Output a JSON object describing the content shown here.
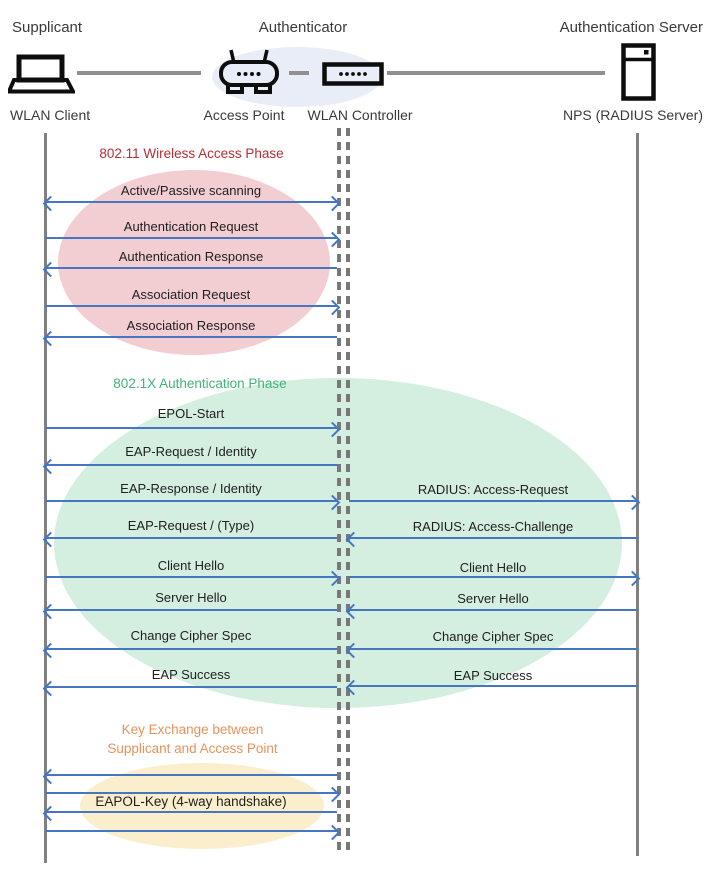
{
  "header": {
    "roles": [
      {
        "label": "Supplicant"
      },
      {
        "label": "Authenticator"
      },
      {
        "label": "Authentication Server"
      }
    ],
    "devices": [
      {
        "label": "WLAN Client"
      },
      {
        "label": "Access Point"
      },
      {
        "label": "WLAN Controller"
      },
      {
        "label": "NPS (RADIUS Server)"
      }
    ]
  },
  "phases": [
    {
      "title": "802.11 Wireless Access Phase",
      "title_color": "#B52E34",
      "fill_color": "#F2CED3"
    },
    {
      "title": "802.1X Authentication Phase",
      "title_color": "#42B375",
      "fill_color": "#D4EEDF"
    },
    {
      "title_line1": "Key Exchange between",
      "title_line2": "Supplicant and Access Point",
      "title_color": "#E8935C",
      "fill_color": "#FBEECC"
    }
  ],
  "left_messages": [
    {
      "label": "Active/Passive scanning",
      "direction": "both"
    },
    {
      "label": "Authentication Request",
      "direction": "right"
    },
    {
      "label": "Authentication Response",
      "direction": "left"
    },
    {
      "label": "Association Request",
      "direction": "right"
    },
    {
      "label": "Association Response",
      "direction": "left"
    },
    {
      "label": "EPOL-Start",
      "direction": "right"
    },
    {
      "label": "EAP-Request / Identity",
      "direction": "left"
    },
    {
      "label": "EAP-Response / Identity",
      "direction": "right"
    },
    {
      "label": "EAP-Request / (Type)",
      "direction": "left"
    },
    {
      "label": "Client Hello",
      "direction": "right"
    },
    {
      "label": "Server Hello",
      "direction": "left"
    },
    {
      "label": "Change Cipher Spec",
      "direction": "left"
    },
    {
      "label": "EAP Success",
      "direction": "left"
    }
  ],
  "right_messages": [
    {
      "label": "RADIUS: Access-Request",
      "direction": "right"
    },
    {
      "label": "RADIUS: Access-Challenge",
      "direction": "left"
    },
    {
      "label": "Client Hello",
      "direction": "right"
    },
    {
      "label": "Server Hello",
      "direction": "left"
    },
    {
      "label": "Change Cipher Spec",
      "direction": "left"
    },
    {
      "label": "EAP Success",
      "direction": "left"
    }
  ],
  "key_exchange": {
    "label": "EAPOL-Key (4-way handshake)",
    "arrows": [
      {
        "direction": "left"
      },
      {
        "direction": "right"
      },
      {
        "direction": "left"
      },
      {
        "direction": "right"
      }
    ]
  },
  "colors": {
    "arrow": "#4576C2",
    "lifeline": "#808080",
    "connector": "#909090",
    "authenticator_highlight": "#E9EDF7"
  }
}
